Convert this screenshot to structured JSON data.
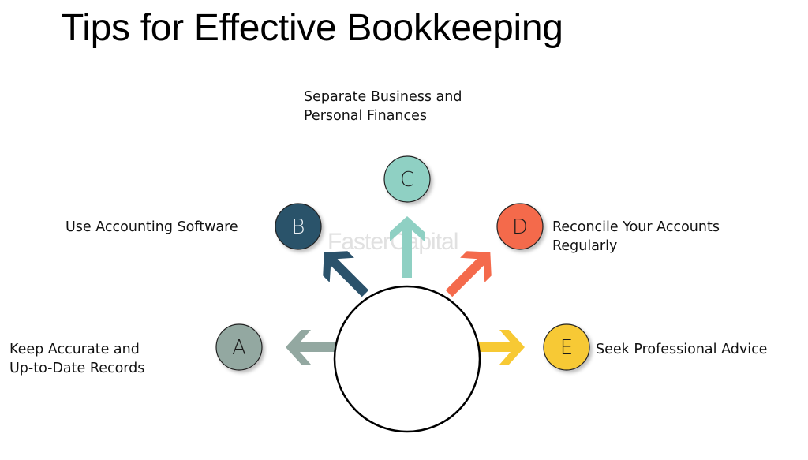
{
  "title": "Tips for Effective Bookkeeping",
  "watermark": "FasterCapital",
  "tips": [
    {
      "letter": "A",
      "label": "Keep Accurate and\nUp-to-Date Records",
      "color": "#93a8a1",
      "letter_color": "#1a1a1a"
    },
    {
      "letter": "B",
      "label": "Use Accounting Software",
      "color": "#2b526b",
      "letter_color": "#e8eef2"
    },
    {
      "letter": "C",
      "label": "Separate Business and\nPersonal Finances",
      "color": "#8fd0c3",
      "letter_color": "#1a1a1a"
    },
    {
      "letter": "D",
      "label": "Reconcile Your Accounts\nRegularly",
      "color": "#f46a4c",
      "letter_color": "#1a1a1a"
    },
    {
      "letter": "E",
      "label": "Seek Professional Advice",
      "color": "#f7c934",
      "letter_color": "#1a1a1a"
    }
  ]
}
